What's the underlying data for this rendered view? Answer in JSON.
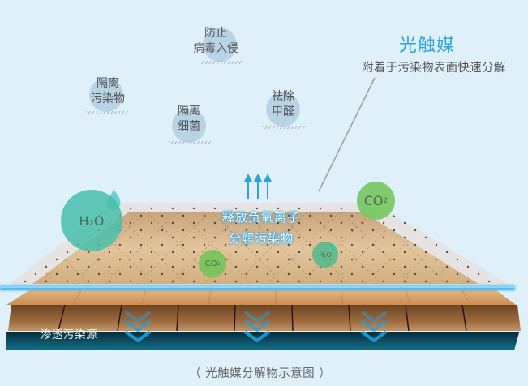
{
  "header": {
    "title": "光触媒",
    "subtitle": "附着于污染物表面快速分解"
  },
  "benefits": [
    {
      "line1": "防止",
      "line2": "病毒入侵"
    },
    {
      "line1": "隔离",
      "line2": "污染物"
    },
    {
      "line1": "隔离",
      "line2": "细菌"
    },
    {
      "line1": "祛除",
      "line2": "甲醛"
    }
  ],
  "floor_labels": {
    "release_line1": "释放负氧离子",
    "release_line2": "分解污染物",
    "penetrate": "渗透污染源"
  },
  "molecules": {
    "h2o_large": "H₂O",
    "h2o_small": "H₂O",
    "co2_large": "CO",
    "co2_large_sup": "2",
    "co2_small": "CO",
    "co2_small_sup": "2"
  },
  "caption": "（ 光触媒分解物示意图 ）",
  "colors": {
    "background": "#dff0fa",
    "accent_blue": "#2aa3e0",
    "h2o_teal": "#4fc1ad",
    "co2_green": "#7cc46a",
    "wood_top": "#d8b07a",
    "wood_mid": "#8a5a32",
    "base_teal": "#0f5f78"
  }
}
